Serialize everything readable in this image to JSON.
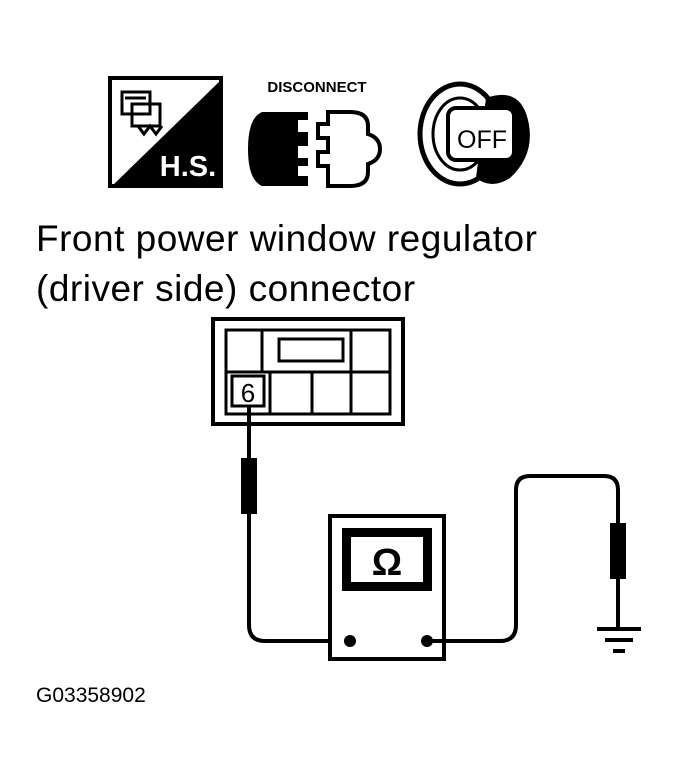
{
  "icons": {
    "hs_label": "H.S.",
    "disconnect_label": "DISCONNECT",
    "ignition_label": "OFF"
  },
  "title": {
    "line1": "Front power window regulator",
    "line2": "(driver side) connector"
  },
  "connector": {
    "terminal_label": "6"
  },
  "meter": {
    "symbol": "Ω"
  },
  "figure_id": "G03358902",
  "colors": {
    "ink": "#000000",
    "paper": "#ffffff"
  }
}
